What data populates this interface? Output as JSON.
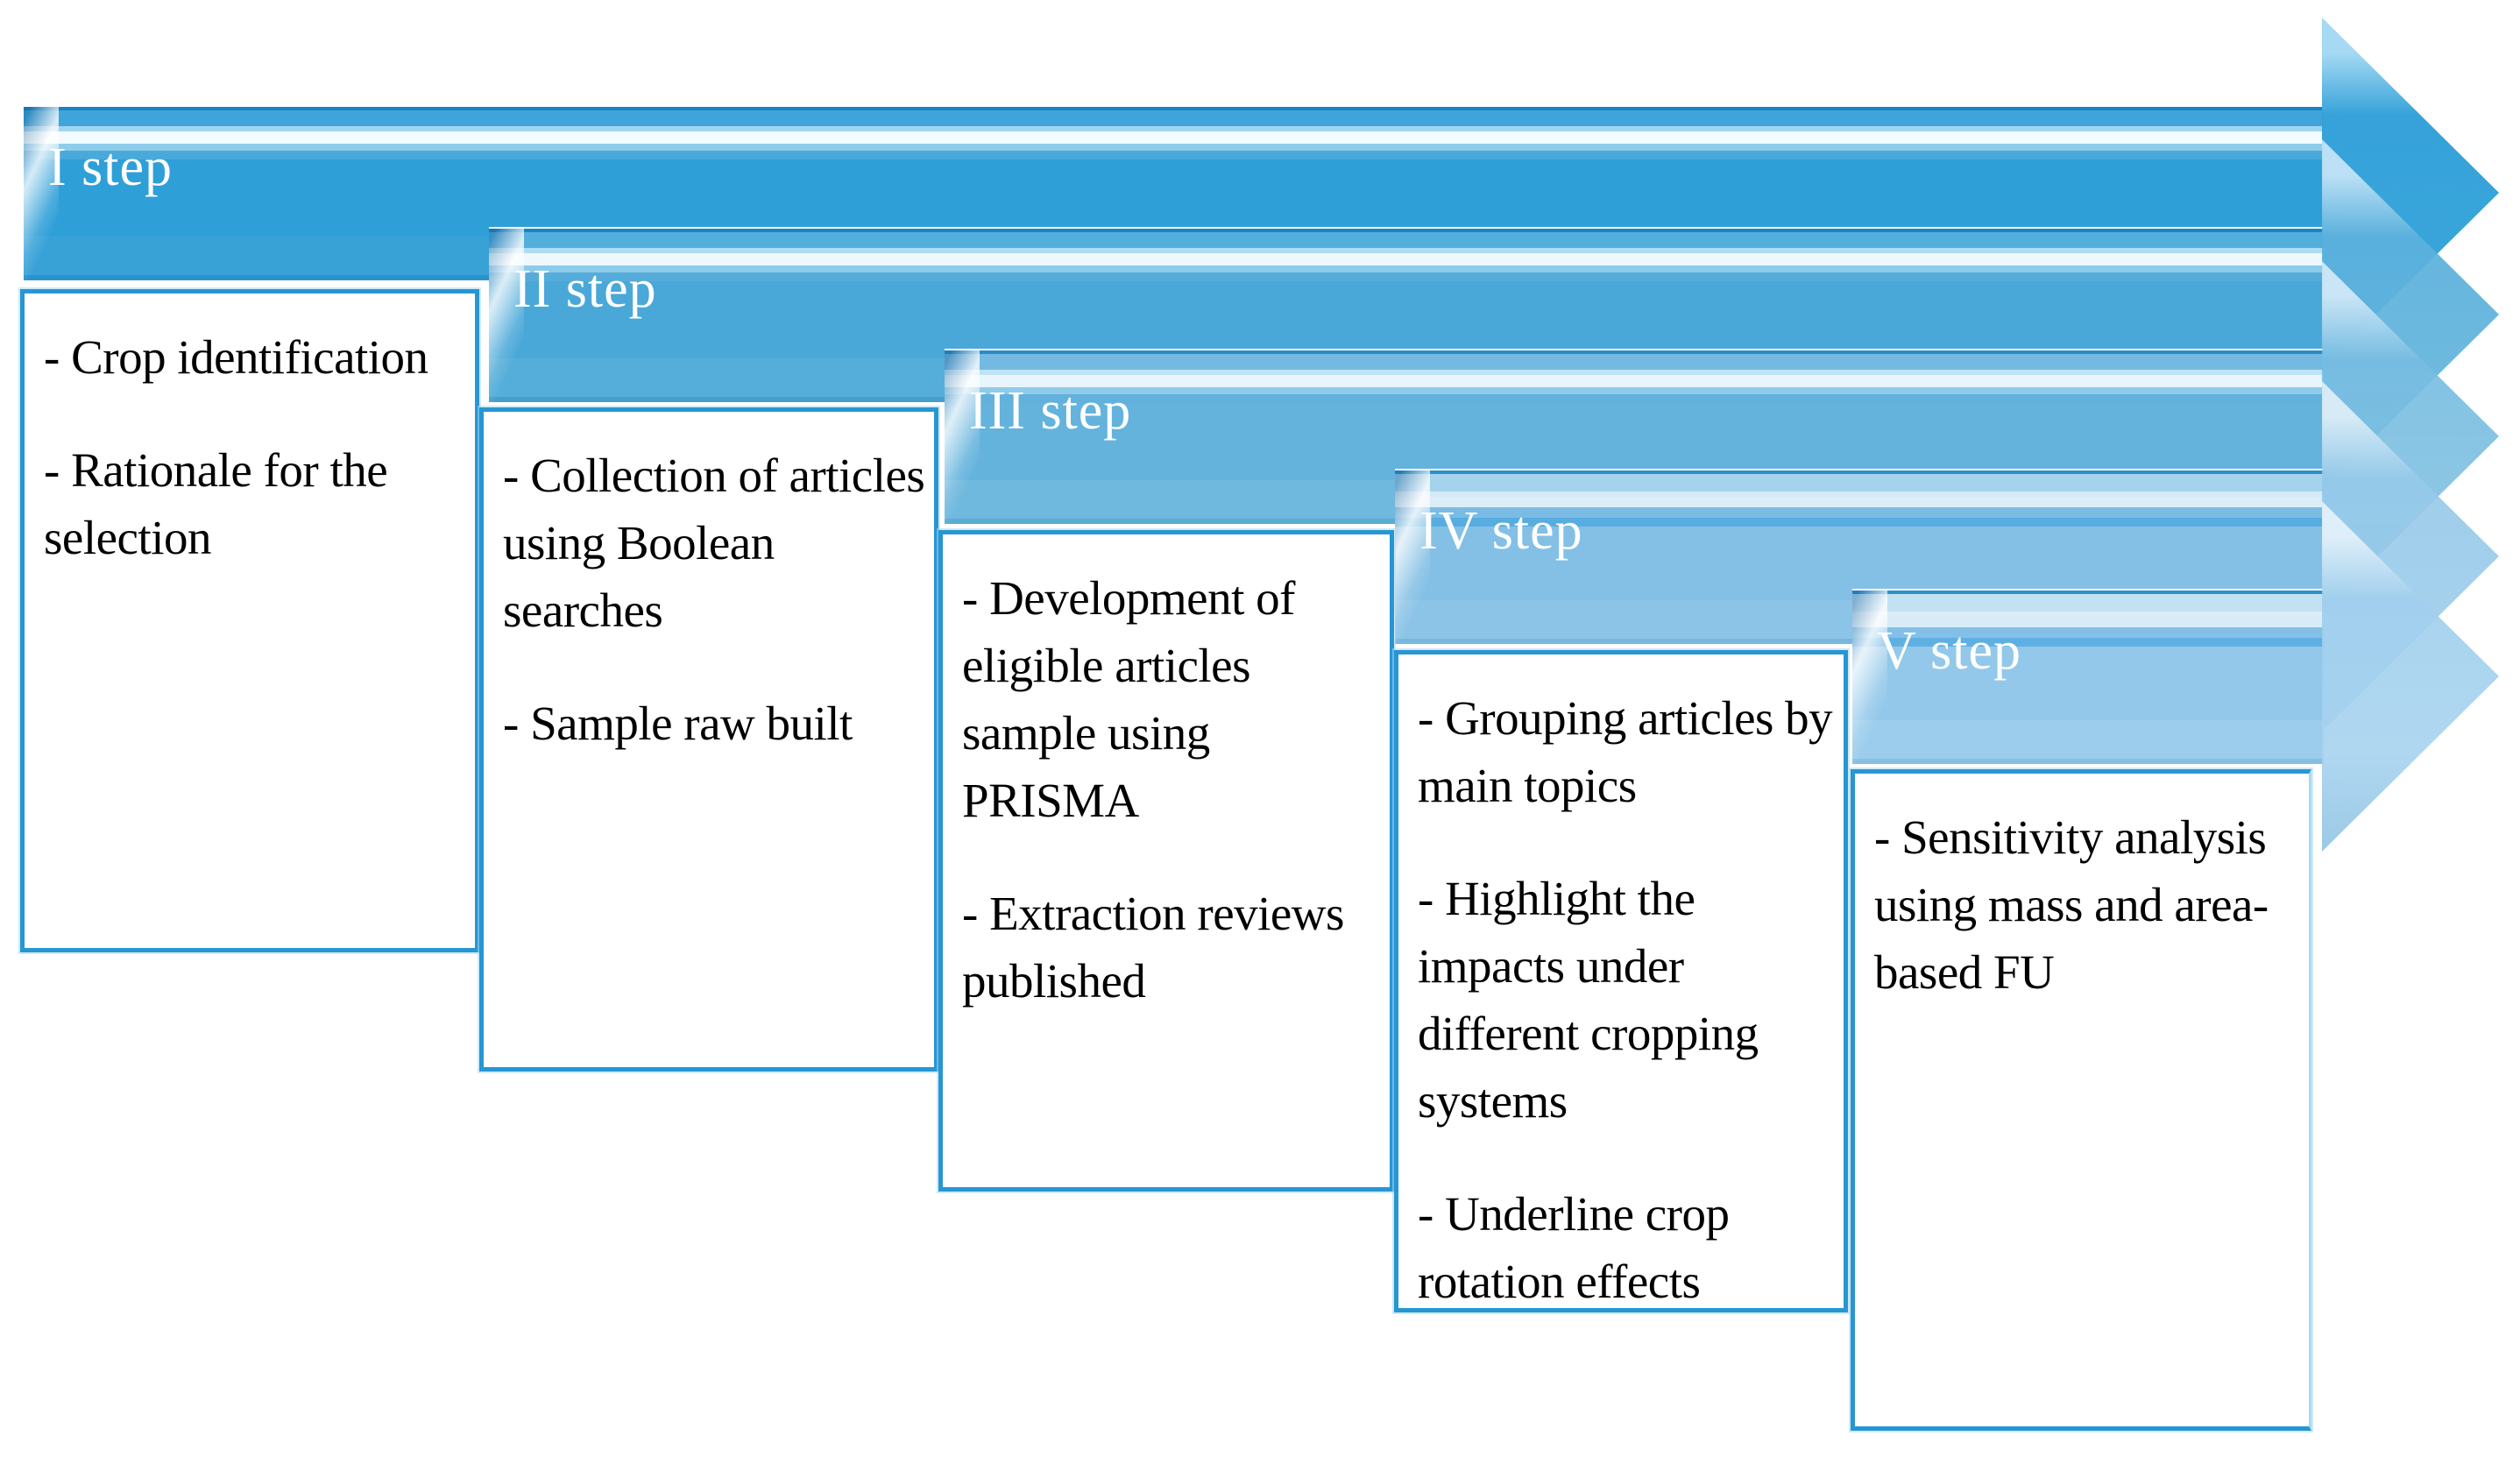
{
  "steps": [
    {
      "label": "I step",
      "bullets": [
        "- Crop identification",
        "- Rationale for the selection"
      ],
      "arrow_color": "#2f9fd8"
    },
    {
      "label": "II step",
      "bullets": [
        "- Collection of articles using Boolean searches",
        "- Sample raw built"
      ],
      "arrow_color": "#4aa8d9"
    },
    {
      "label": "III step",
      "bullets": [
        "- Development of eligible articles sample using PRISMA",
        "- Extraction reviews published"
      ],
      "arrow_color": "#64b3dd"
    },
    {
      "label": "IV step",
      "bullets": [
        "- Grouping articles by main topics",
        "- Highlight the impacts under different cropping systems",
        "- Underline crop rotation effects"
      ],
      "arrow_color": "#84c0e5"
    },
    {
      "label": "V step",
      "bullets": [
        "- Sensitivity analysis using mass and area-based FU"
      ],
      "arrow_color": "#93c8ea"
    }
  ],
  "palette": {
    "arrow_edge": "#1d84c1",
    "arrow_gloss": "#f2fbff",
    "box_border": "#2796d3",
    "label_text": "#ffffff",
    "body_text": "#000000",
    "background": "#ffffff"
  }
}
